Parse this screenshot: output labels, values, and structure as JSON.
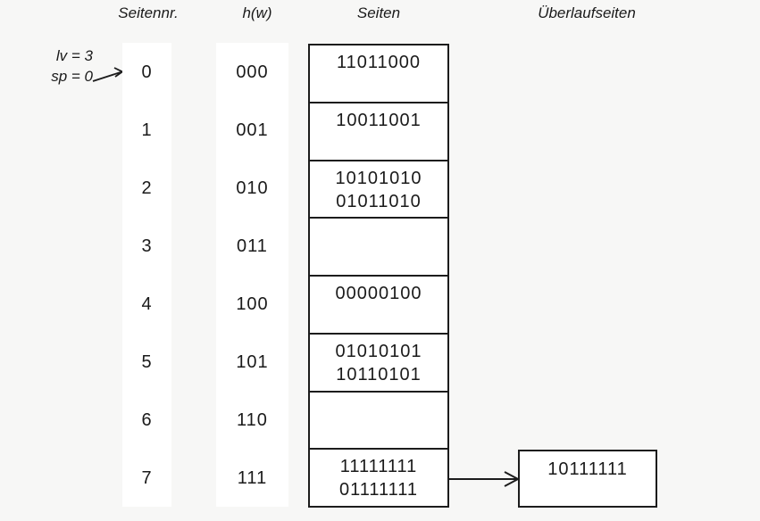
{
  "headers": {
    "seitennr": "Seitennr.",
    "hw": "h(w)",
    "seiten": "Seiten",
    "ueberlauf": "Überlaufseiten"
  },
  "annotation": {
    "line1": "lv = 3",
    "line2": "sp = 0"
  },
  "rows": [
    {
      "nr": "0",
      "hw": "000",
      "values": [
        "11011000"
      ]
    },
    {
      "nr": "1",
      "hw": "001",
      "values": [
        "10011001"
      ]
    },
    {
      "nr": "2",
      "hw": "010",
      "values": [
        "10101010",
        "01011010"
      ]
    },
    {
      "nr": "3",
      "hw": "011",
      "values": []
    },
    {
      "nr": "4",
      "hw": "100",
      "values": [
        "00000100"
      ]
    },
    {
      "nr": "5",
      "hw": "101",
      "values": [
        "01010101",
        "10110101"
      ]
    },
    {
      "nr": "6",
      "hw": "110",
      "values": []
    },
    {
      "nr": "7",
      "hw": "111",
      "values": [
        "11111111",
        "01111111"
      ]
    }
  ],
  "overflow": {
    "linked_row_nr": "7",
    "values": [
      "10111111"
    ]
  },
  "colors": {
    "background": "#f7f7f6",
    "band": "#ffffff",
    "line": "#1c1c1c",
    "text": "#1a1a1a"
  }
}
